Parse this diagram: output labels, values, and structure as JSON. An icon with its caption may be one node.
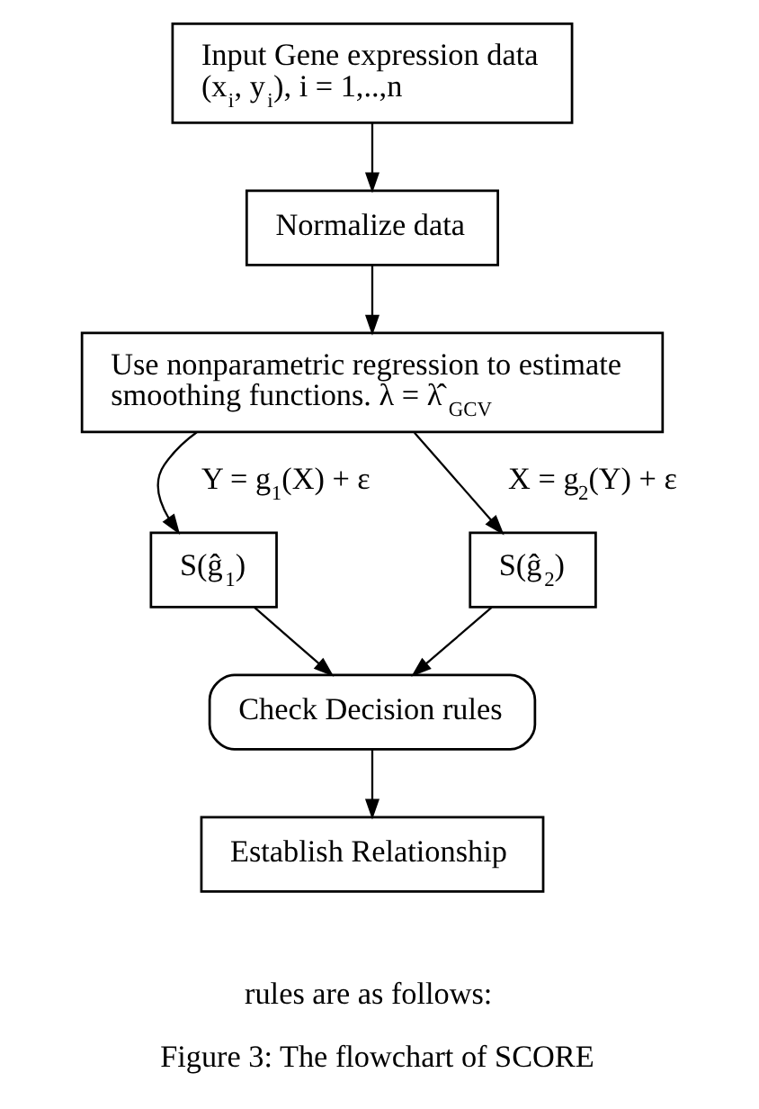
{
  "diagram": {
    "caption": "Figure 3: The flowchart of SCORE",
    "nodes": [
      {
        "text": [
          "Input Gene expression data",
          "(x$_{i}$, y$_{i}$), i = 1,..,n"
        ]
      },
      {
        "text": [
          "Normalize data"
        ]
      },
      {
        "text": [
          "Use nonparametric regression to estimate smoothing functions. λ = λ̂$_{GCV}$"
        ]
      },
      {
        "text": [
          "S(ĝ$_{1}$)"
        ]
      },
      {
        "text": [
          "S(ĝ$_{2}$)"
        ]
      },
      {
        "text": [
          "Check Decision rules"
        ]
      },
      {
        "text": [
          "Establish Relationship"
        ]
      }
    ],
    "edges": [
      {
        "from": 0,
        "to": 1,
        "arrow": "to"
      },
      {
        "from": 1,
        "to": 2,
        "arrow": "to"
      },
      {
        "from": 2,
        "to": 3,
        "arrow": "to",
        "label": "Y = g$_{1}$(X) + ε"
      },
      {
        "from": 2,
        "to": 4,
        "arrow": "to",
        "label": "X = g$_{2}$(Y) + ε"
      },
      {
        "from": 3,
        "to": 5,
        "arrow": "to"
      },
      {
        "from": 4,
        "to": 5,
        "arrow": "to"
      },
      {
        "from": 5,
        "to": 6,
        "arrow": "to"
      }
    ],
    "labels": [
      "rules are as follows:"
    ]
  }
}
